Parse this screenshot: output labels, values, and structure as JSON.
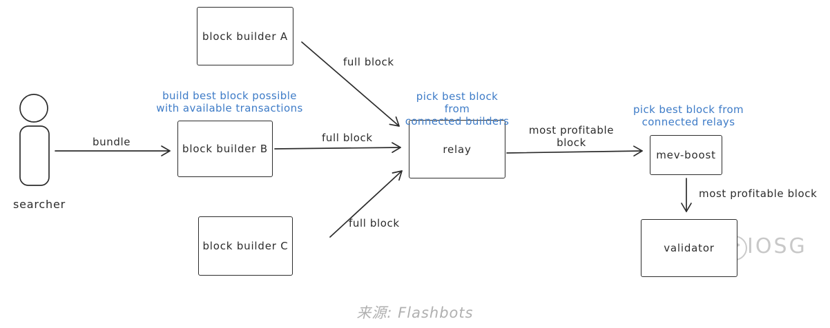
{
  "diagram": {
    "nodes": {
      "searcher": {
        "label": "searcher"
      },
      "builder_a": {
        "label": "block builder A"
      },
      "builder_b": {
        "label": "block builder B"
      },
      "builder_c": {
        "label": "block builder C"
      },
      "relay": {
        "label": "relay"
      },
      "mev_boost": {
        "label": "mev-boost"
      },
      "validator": {
        "label": "validator"
      }
    },
    "edge_labels": {
      "bundle": "bundle",
      "full_block_a": "full block",
      "full_block_b": "full block",
      "full_block_c": "full block",
      "relay_to_mevboost_line1": "most profitable",
      "relay_to_mevboost_line2": "block",
      "mevboost_to_validator": "most profitable block"
    },
    "annotations": {
      "builders": {
        "line1": "build best block possible",
        "line2": "with available transactions"
      },
      "relay": {
        "line1": "pick best block from",
        "line2": "connected builders"
      },
      "mev_boost": {
        "line1": "pick best block from",
        "line2": "connected relays"
      }
    },
    "watermark_text": "IOSG",
    "caption": "来源: Flashbots",
    "colors": {
      "ink": "#2b2b2b",
      "annotation_blue": "#3d7bc7",
      "watermark_gray": "#c8c8c8",
      "caption_gray": "#b0b0b0"
    }
  }
}
